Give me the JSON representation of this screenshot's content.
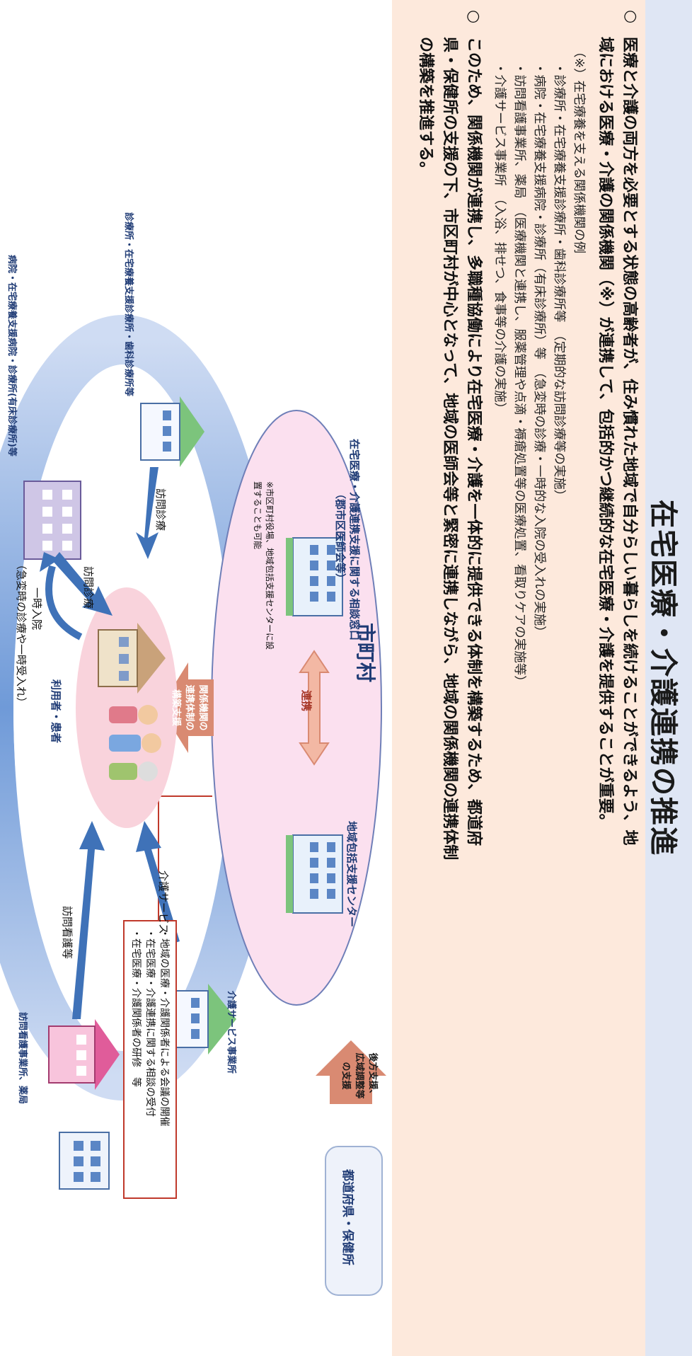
{
  "title": "在宅医療・介護連携の推進",
  "bullet_symbol": "○",
  "intro": {
    "line1": "医療と介護の両方を必要とする状態の高齢者が、住み慣れた地域で自分らしい暮らしを続けることができるよう、地",
    "line2": "域における医療・介護の関係機関（※）が連携して、包括的かつ継続的な在宅医療・介護を提供することが重要。",
    "note_title": "（※）在宅療養を支える関係機関の例",
    "examples": [
      "・診療所・在宅療養支援診療所・歯科診療所等　（定期的な訪問診療等の実施）",
      "・病院・在宅療養支援病院・診療所（有床診療所）等　（急変時の診療・一時的な入院の受入れの実施）",
      "・訪問看護事業所、薬局　（医療機関と連携し、服薬管理や点滴・褥瘡処置等の医療処置、看取りケアの実施等）",
      "・介護サービス事業所　（入浴、排せつ、食事等の介護の実施）"
    ]
  },
  "conclusion": {
    "line1": "このため、関係機関が連携し、多職種協働により在宅医療・介護を一体的に提供できる体制を構築するため、都道府",
    "line2": "県・保健所の支援の下、市区町村が中心となって、地域の医師会等と緊密に連携しながら、地域の関係機関の連携体制",
    "line3": "の構築を推進する。"
  },
  "diagram": {
    "municipality": "市町村",
    "consult_window": "在宅医療・介護連携支援に関する相談窓口",
    "consult_window_sub": "（郡市区医師会等）",
    "cooperation": "連携",
    "community_center": "地域包括支援センター",
    "footnote_line1": "※市区町村役場、地域包括支援センターに設",
    "footnote_line2": "置することも可能",
    "support_arrow_line1": "関係機関の",
    "support_arrow_line2": "連携体制の",
    "support_arrow_line3": "構築支援",
    "backup_arrow_line1": "後方支援、",
    "backup_arrow_line2": "広域調整等",
    "backup_arrow_line3": "の支援",
    "prefecture": "都道府県・保健所",
    "activities": [
      "・地域の医療・介護関係者による会議の開催",
      "・在宅医療・介護連携に関する相談の受付",
      "・在宅医療・介護関係者の研修　等"
    ],
    "clinic_label": "診療所・在宅療養支援診療所・歯科診療所等",
    "hospital_label": "病院・在宅療養支援病院・診療所(有床診療所)等",
    "care_service_label": "介護サービス事業所",
    "nursing_label": "訪問看護事業所、薬局",
    "home_visit_1": "訪問診療",
    "home_visit_2": "訪問診療",
    "care_service_arrow": "介護サービス",
    "nursing_arrow": "訪問看護等",
    "users_patients": "利用者・患者",
    "temp_admission": "一時入院",
    "temp_admission_sub": "（急変時の診療や一時受入れ）"
  },
  "colors": {
    "title_band": "#dfe6f4",
    "text_panel": "#fde9dc",
    "ring": "#7fa6de",
    "label_blue": "#1f3b75",
    "arrow_salmon": "#d98a72",
    "municipality_ellipse": "#fbe0ef"
  }
}
